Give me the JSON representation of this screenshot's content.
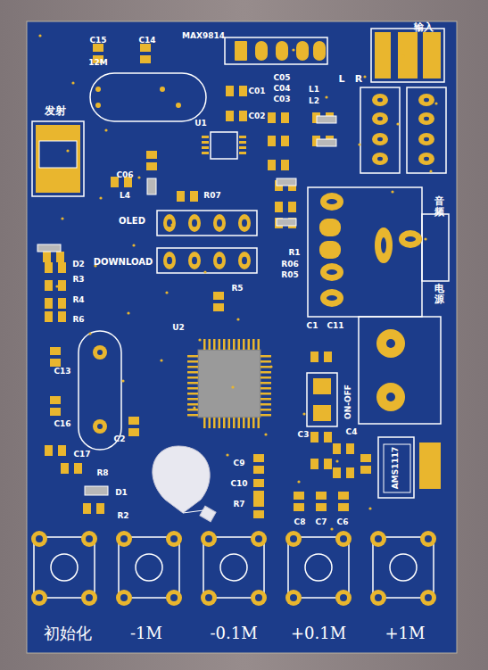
{
  "diagram": {
    "labels": [
      "C15",
      "C14",
      "MAX9814",
      "12M",
      "输入",
      "L",
      "R",
      "C05",
      "C04",
      "C03",
      "L1",
      "L2",
      "C01",
      "C02",
      "U1",
      "发射",
      "C06",
      "L4",
      "R07",
      "OLED",
      "DOWNLOAD",
      "R1",
      "R06",
      "R05",
      "R5",
      "D2",
      "R3",
      "R4",
      "R6",
      "音频",
      "电源",
      "U2",
      "C1",
      "C11",
      "C13",
      "C16",
      "C2",
      "ON-OFF",
      "C3",
      "C4",
      "AMS1117",
      "C9",
      "C10",
      "R7",
      "C17",
      "R8",
      "D1",
      "R2",
      "C8",
      "C7",
      "C6",
      "初始化",
      "-1M",
      "-0.1M",
      "+0.1M",
      "+1M"
    ]
  }
}
